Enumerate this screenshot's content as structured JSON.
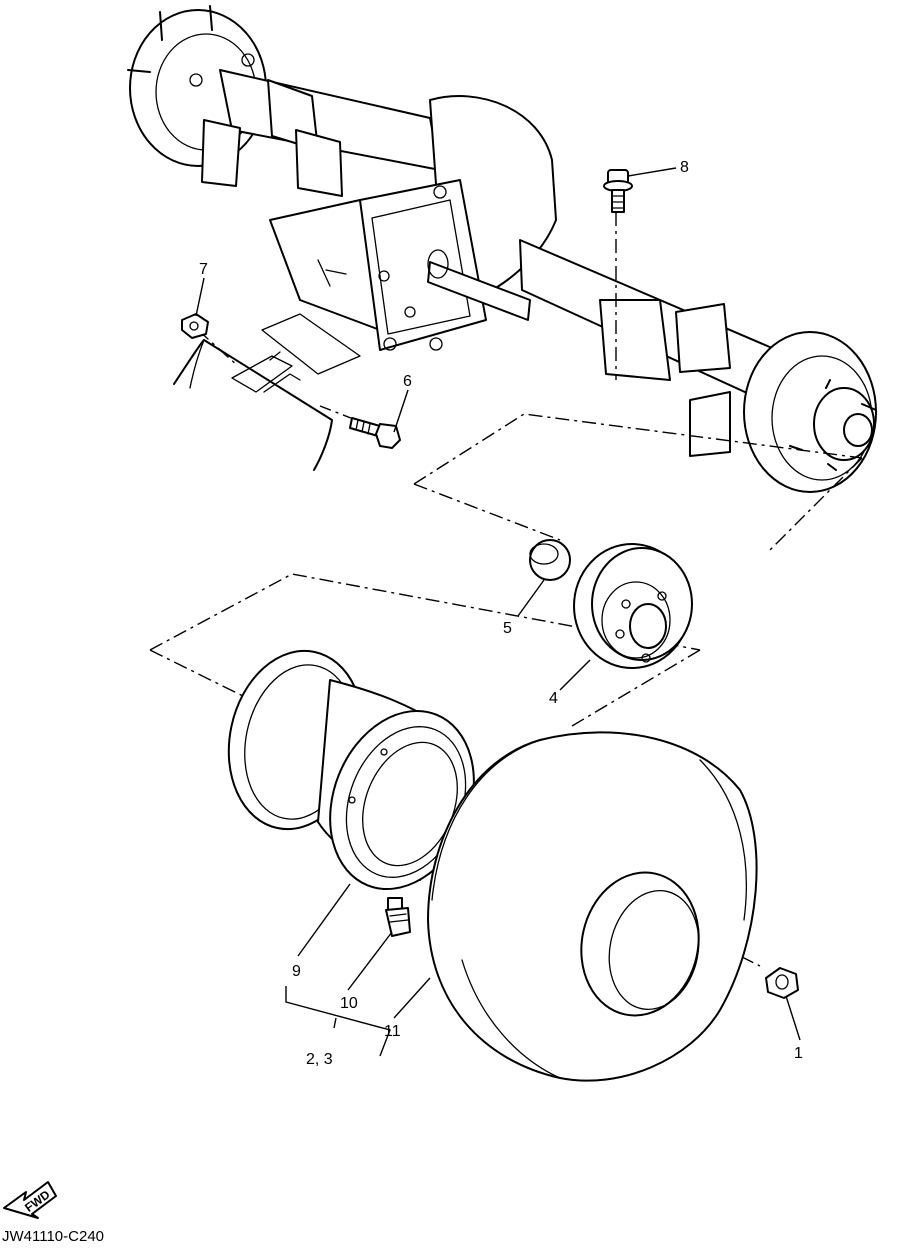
{
  "diagram": {
    "figure_code": "JW41110-C240",
    "fwd_label": "FWD",
    "callouts": {
      "c1": "1",
      "c23": "2, 3",
      "c4": "4",
      "c5": "5",
      "c6": "6",
      "c7": "7",
      "c8": "8",
      "c9": "9",
      "c10": "10",
      "c11": "11"
    }
  }
}
